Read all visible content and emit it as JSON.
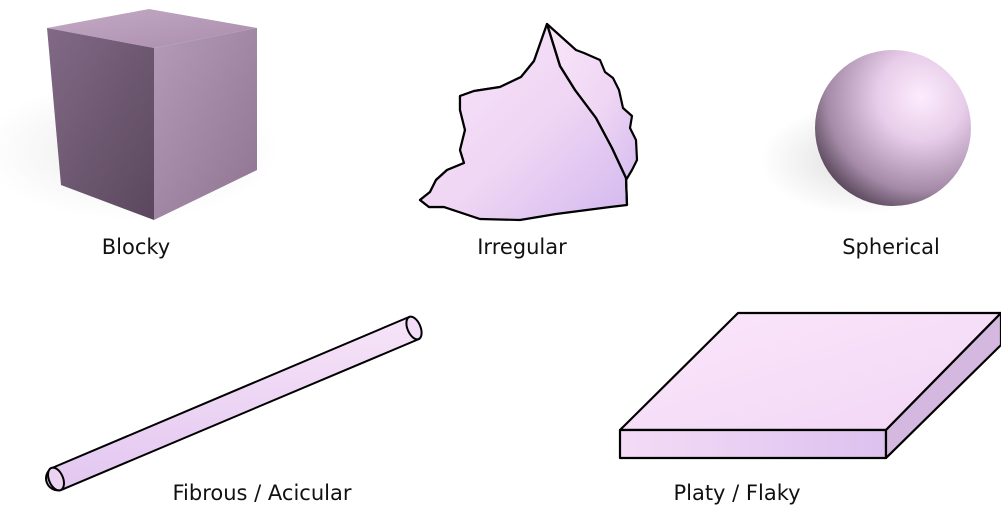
{
  "colors": {
    "particle_light": "#f7e2f8",
    "particle_mid": "#e8cdf0",
    "particle_dark": "#cdb3e9",
    "outline": "#000000",
    "cube_top": "#b69bb9",
    "cube_front": "#745d78",
    "cube_side": "#a38aa6",
    "sphere_highlight": "#fde9fd",
    "sphere_shadow": "#4d3d4e"
  },
  "shapes": [
    {
      "id": "blocky",
      "label": "Blocky",
      "icon": "cube-icon"
    },
    {
      "id": "irregular",
      "label": "Irregular",
      "icon": "irregular-fragment-icon"
    },
    {
      "id": "spherical",
      "label": "Spherical",
      "icon": "sphere-icon"
    },
    {
      "id": "fibrous",
      "label": "Fibrous / Acicular",
      "icon": "rod-icon"
    },
    {
      "id": "platy",
      "label": "Platy / Flaky",
      "icon": "plate-icon"
    }
  ]
}
